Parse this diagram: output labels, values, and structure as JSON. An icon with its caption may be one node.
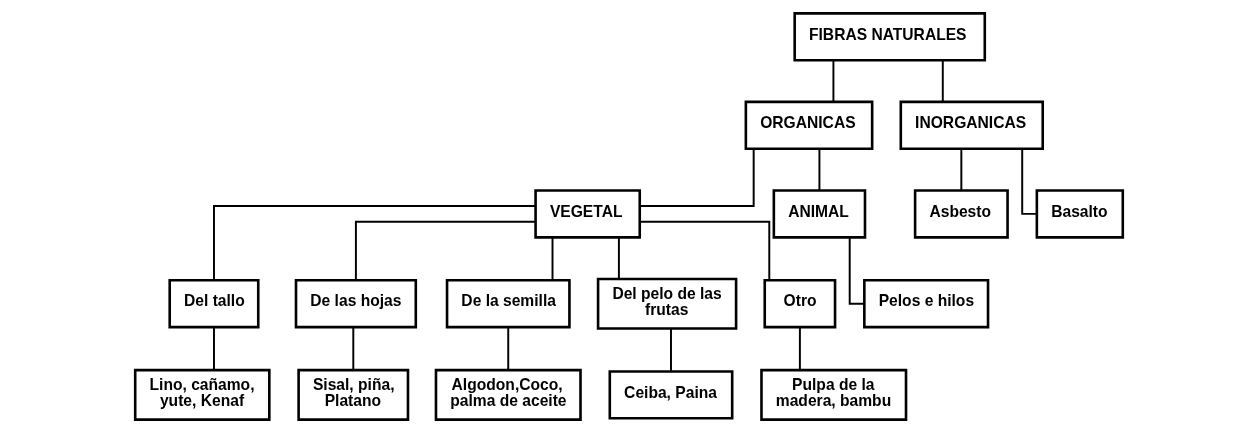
{
  "diagram": {
    "nodes": [
      {
        "text": [
          "FIBRAS NATURALES"
        ]
      },
      {
        "text": [
          "ORGANICAS"
        ]
      },
      {
        "text": [
          "INORGANICAS"
        ]
      },
      {
        "text": [
          "VEGETAL"
        ]
      },
      {
        "text": [
          "ANIMAL"
        ]
      },
      {
        "text": [
          "Del tallo"
        ]
      },
      {
        "text": [
          "De las hojas"
        ]
      },
      {
        "text": [
          "De la semilla"
        ]
      },
      {
        "text": [
          "Del pelo de las frutas"
        ]
      },
      {
        "text": [
          "Otro"
        ]
      },
      {
        "text": [
          "Lino, cañamo, yute, Kenaf"
        ]
      },
      {
        "text": [
          "Sisal, piña, Platano"
        ]
      },
      {
        "text": [
          "Algodon,Coco, palma de aceite"
        ]
      },
      {
        "text": [
          "Ceiba, Paina"
        ]
      },
      {
        "text": [
          "Pulpa de la madera, bambu"
        ]
      },
      {
        "text": [
          "Pelos e hilos"
        ]
      },
      {
        "text": [
          "Asbesto"
        ]
      },
      {
        "text": [
          "Basalto"
        ]
      }
    ],
    "edges": [
      {
        "from": 0,
        "to": 1,
        "arrow": "none"
      },
      {
        "from": 0,
        "to": 2,
        "arrow": "none"
      },
      {
        "from": 1,
        "to": 3,
        "arrow": "none"
      },
      {
        "from": 1,
        "to": 4,
        "arrow": "none"
      },
      {
        "from": 3,
        "to": 5,
        "arrow": "none"
      },
      {
        "from": 3,
        "to": 6,
        "arrow": "none"
      },
      {
        "from": 3,
        "to": 7,
        "arrow": "none"
      },
      {
        "from": 3,
        "to": 8,
        "arrow": "none"
      },
      {
        "from": 3,
        "to": 9,
        "arrow": "none"
      },
      {
        "from": 5,
        "to": 10,
        "arrow": "none"
      },
      {
        "from": 6,
        "to": 11,
        "arrow": "none"
      },
      {
        "from": 7,
        "to": 12,
        "arrow": "none"
      },
      {
        "from": 8,
        "to": 13,
        "arrow": "none"
      },
      {
        "from": 9,
        "to": 14,
        "arrow": "none"
      },
      {
        "from": 4,
        "to": 15,
        "arrow": "none"
      },
      {
        "from": 2,
        "to": 16,
        "arrow": "none"
      },
      {
        "from": 2,
        "to": 17,
        "arrow": "none"
      }
    ]
  }
}
